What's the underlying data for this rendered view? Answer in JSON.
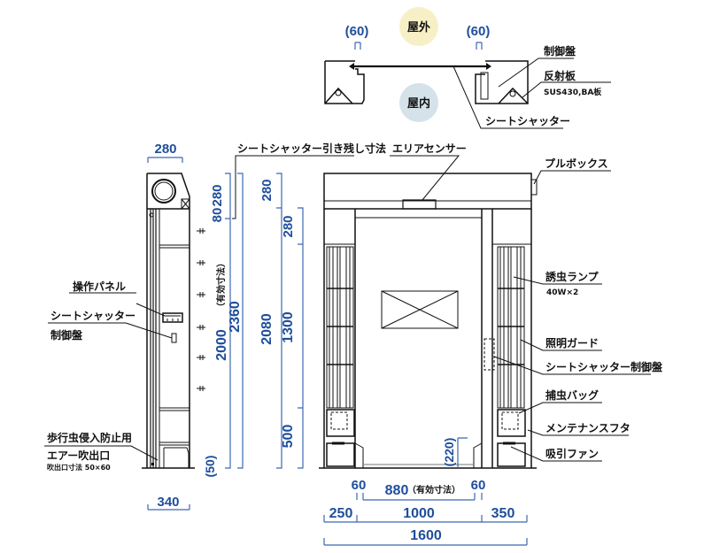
{
  "top_view": {
    "outdoor_badge": "屋外",
    "indoor_badge": "屋内",
    "outdoor_color": "#f7f0c6",
    "indoor_color": "#d5e2ea",
    "left_gap": "(60)",
    "right_gap": "(60)",
    "labels": {
      "control_panel": "制御盤",
      "reflector": "反射板",
      "reflector_spec": "SUS430,BA板",
      "sheet_shutter": "シートシャッター"
    }
  },
  "side_view": {
    "top_width": "280",
    "bottom_width": "340",
    "dims": {
      "top_280": "280",
      "gap_80": "80",
      "effective_2000": "2000",
      "effective_note": "（有効寸法）",
      "total_2360": "2360",
      "bottom_50": "(50)"
    },
    "labels": {
      "remaining_dim": "シートシャッター引き残し寸法",
      "operation_panel": "操作パネル",
      "shutter_control_line1": "シートシャッター",
      "shutter_control_line2": "制御盤",
      "air_outlet_line1": "歩行虫侵入防止用",
      "air_outlet_line2": "エアー吹出口",
      "air_outlet_size": "吹出口寸法 50×60"
    }
  },
  "front_view": {
    "heights": {
      "top_280": "280",
      "total_2080": "2080",
      "sub_280": "280",
      "mid_1300": "1300",
      "bottom_500": "500",
      "gap_220": "(220)"
    },
    "widths": {
      "left_60": "60",
      "effective_880": "880",
      "effective_note": "（有効寸法）",
      "right_60": "60",
      "left_250": "250",
      "center_1000": "1000",
      "right_350": "350",
      "total_1600": "1600"
    },
    "labels": {
      "area_sensor": "エリアセンサー",
      "pull_box": "プルボックス",
      "insect_lamp": "誘虫ランプ",
      "insect_lamp_spec": "40W×2",
      "light_guard": "照明ガード",
      "shutter_control": "シートシャッター制御盤",
      "insect_bag": "捕虫バッグ",
      "maintenance_cover": "メンテナンスフタ",
      "suction_fan": "吸引ファン"
    }
  }
}
